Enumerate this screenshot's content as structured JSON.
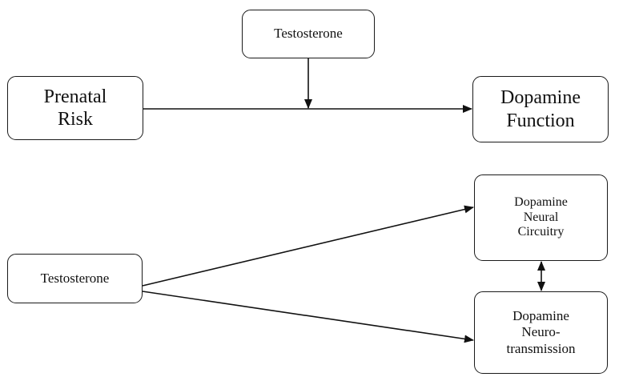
{
  "diagram": {
    "top_panel": {
      "moderator": {
        "text": "Testosterone"
      },
      "source": {
        "line1": "Prenatal",
        "line2": "Risk"
      },
      "target": {
        "line1": "Dopamine",
        "line2": "Function"
      }
    },
    "bottom_panel": {
      "source": {
        "text": "Testosterone"
      },
      "target_a": {
        "line1": "Dopamine",
        "line2": "Neural",
        "line3": "Circuitry"
      },
      "target_b": {
        "line1": "Dopamine",
        "line2": "Neuro-",
        "line3": "transmission"
      }
    }
  }
}
